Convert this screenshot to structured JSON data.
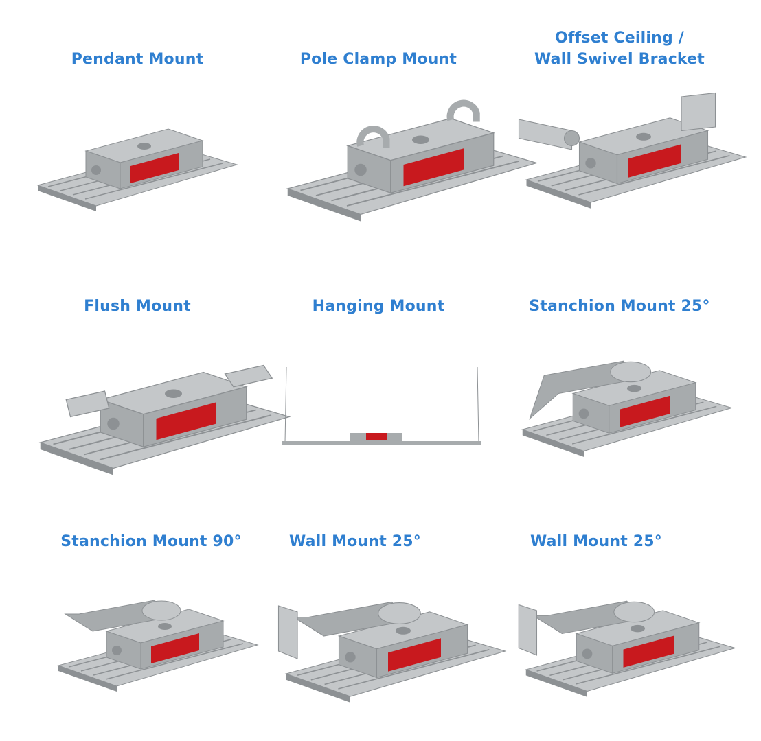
{
  "colors": {
    "title": "#2f7fd0",
    "body": "#a7abad",
    "panel": "#c8191e"
  },
  "mounts": [
    {
      "id": "pendant",
      "title_lines": [
        "Pendant Mount"
      ],
      "accessory": "pendant"
    },
    {
      "id": "pole-clamp",
      "title_lines": [
        "Pole Clamp Mount"
      ],
      "accessory": "clamp"
    },
    {
      "id": "offset-ceiling",
      "title_lines": [
        "Offset Ceiling /",
        "Wall Swivel Bracket"
      ],
      "accessory": "swivel"
    },
    {
      "id": "flush",
      "title_lines": [
        "Flush Mount"
      ],
      "accessory": "flush"
    },
    {
      "id": "hanging",
      "title_lines": [
        "Hanging Mount"
      ],
      "accessory": "hanging"
    },
    {
      "id": "stanchion-25",
      "title_lines": [
        "Stanchion Mount 25°"
      ],
      "accessory": "stanchion25"
    },
    {
      "id": "stanchion-90",
      "title_lines": [
        "Stanchion Mount 90°"
      ],
      "accessory": "stanchion90"
    },
    {
      "id": "wall-25-a",
      "title_lines": [
        "Wall Mount 25°"
      ],
      "accessory": "wall25"
    },
    {
      "id": "wall-25-b",
      "title_lines": [
        "Wall Mount 25°"
      ],
      "accessory": "wallplate"
    }
  ]
}
